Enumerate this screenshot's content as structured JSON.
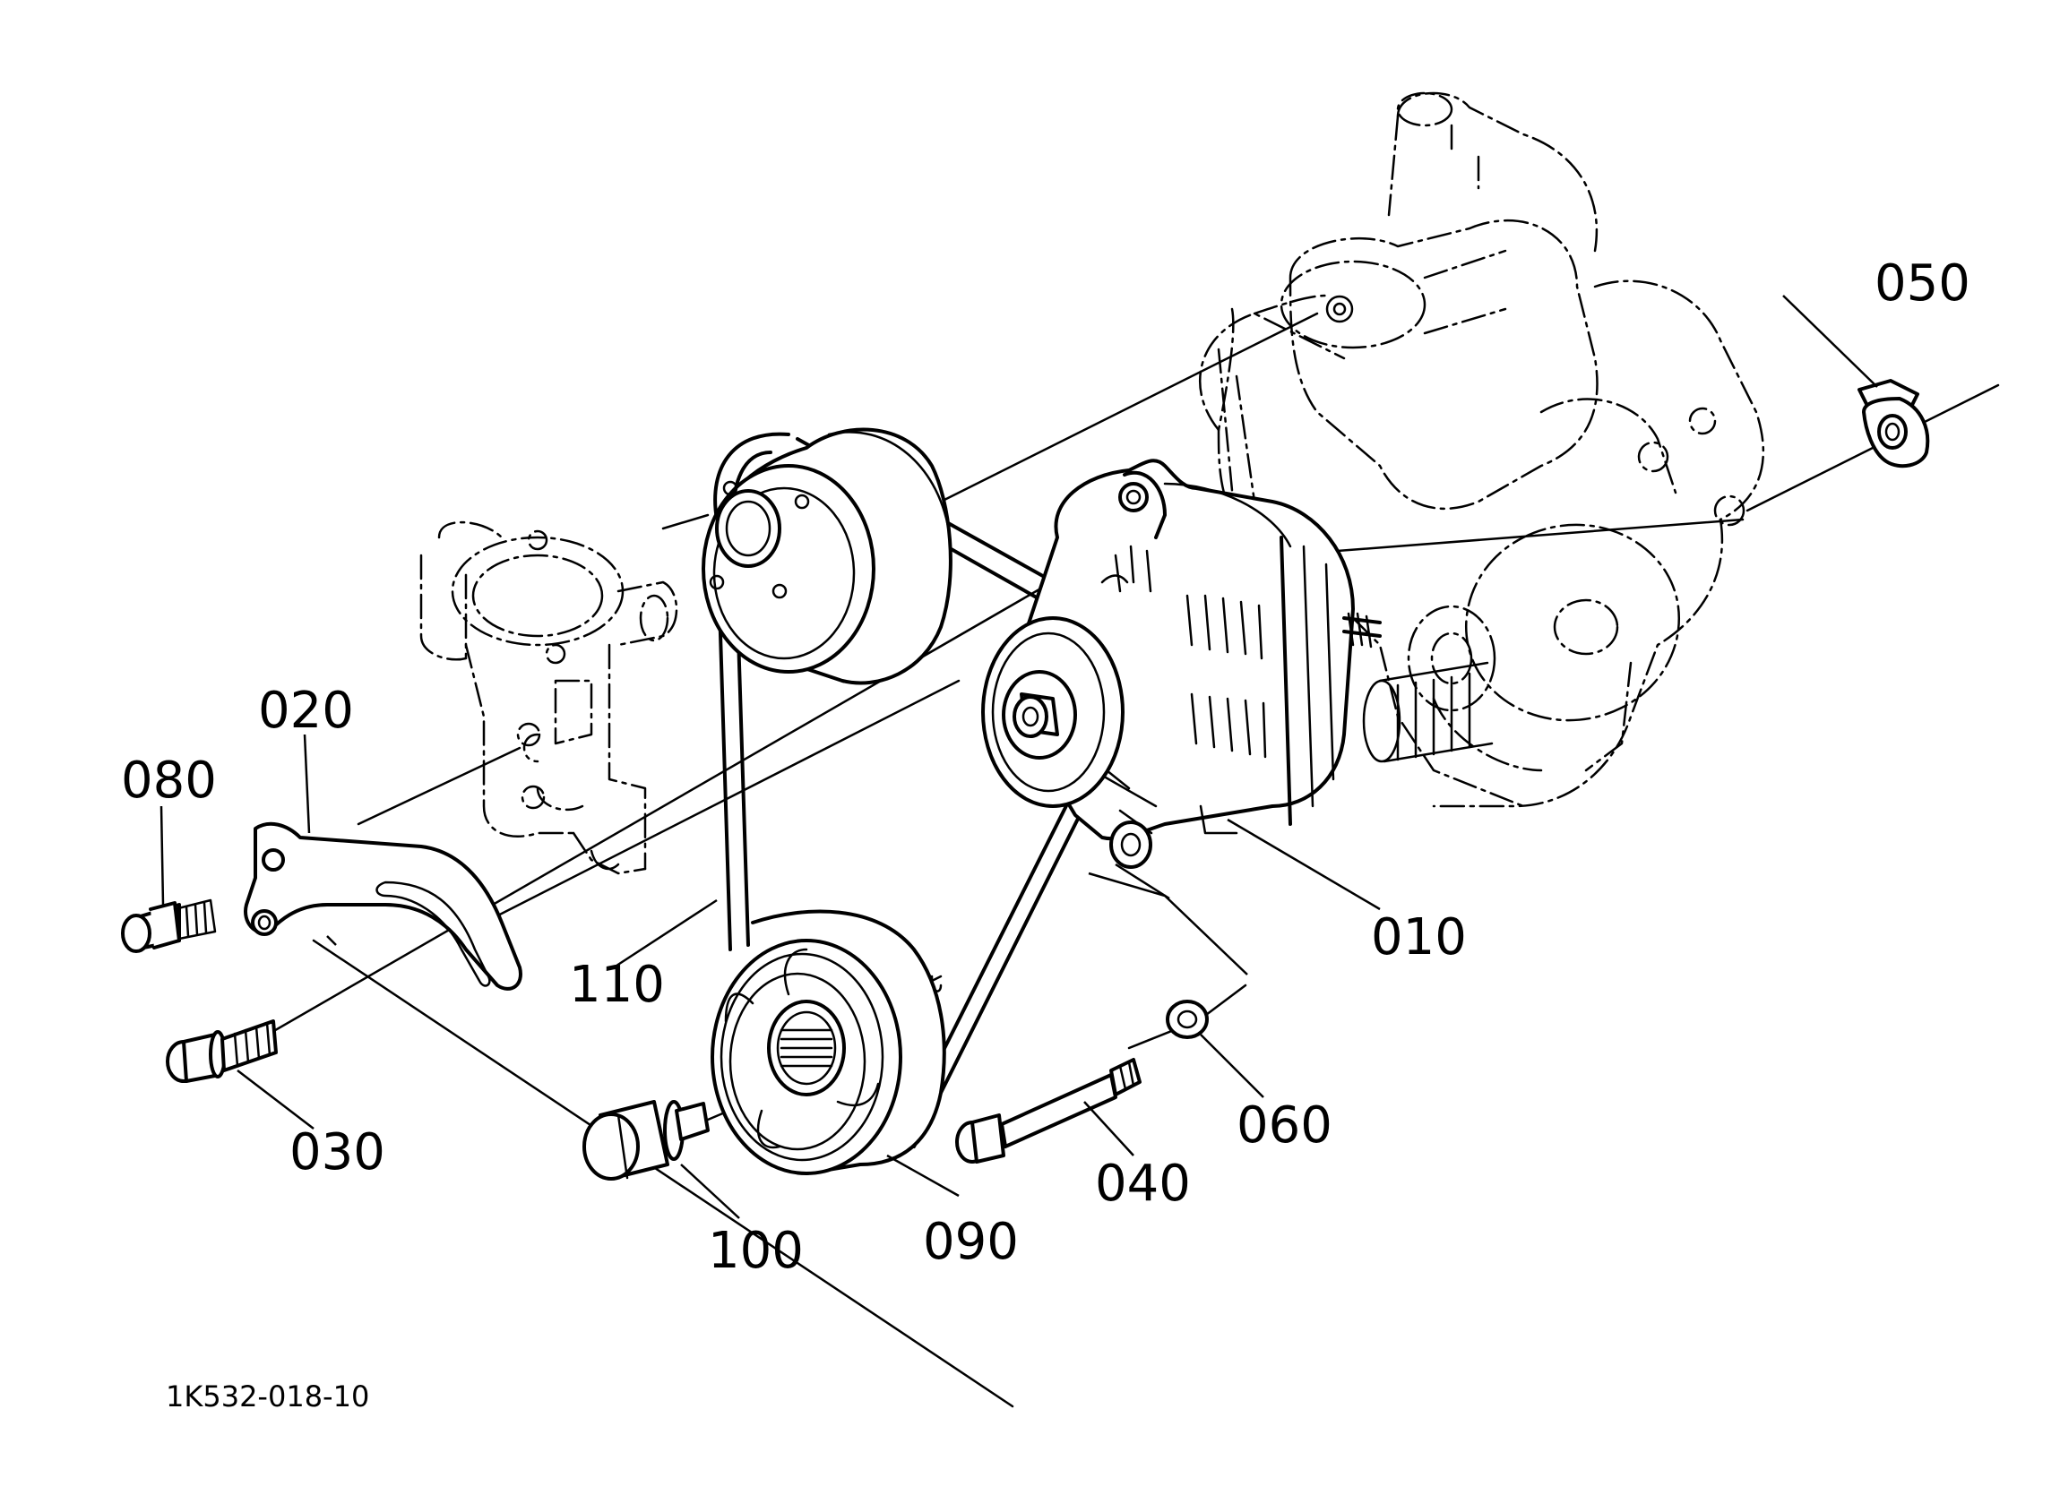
{
  "diagram": {
    "drawing_code": "1K532-018-10",
    "part_labels": {
      "p010": "010",
      "p020": "020",
      "p030": "030",
      "p040": "040",
      "p050": "050",
      "p060": "060",
      "p080": "080",
      "p090": "090",
      "p100": "100",
      "p110": "110"
    }
  }
}
